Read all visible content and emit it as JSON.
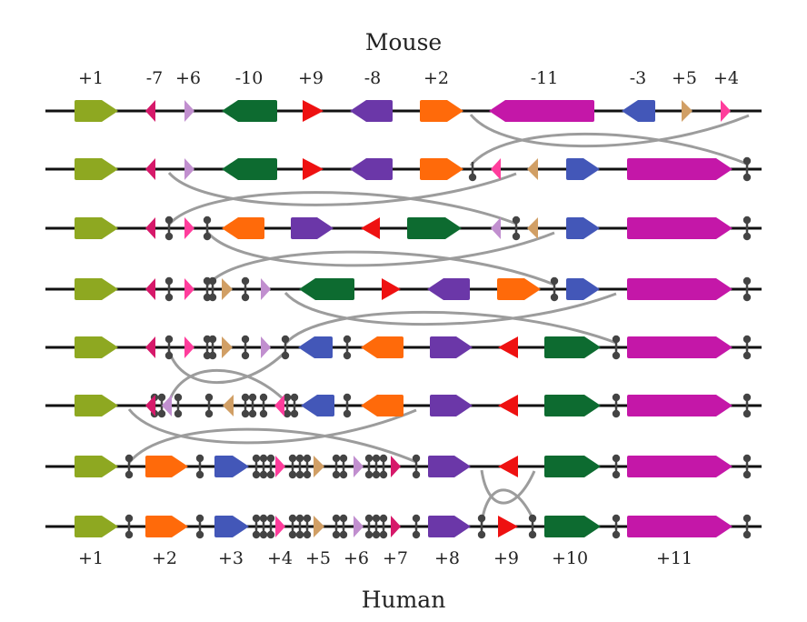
{
  "top_title": "Mouse",
  "bottom_title": "Human",
  "colors": {
    "olive": "#8ea821",
    "crimson": "#d6196a",
    "lilac": "#c18fcf",
    "green": "#0d6b30",
    "red": "#ee1111",
    "purple": "#6b37a8",
    "orange": "#ff6a0a",
    "magenta": "#c417a8",
    "blue": "#4357b8",
    "tan": "#d19f65",
    "pink": "#ff3d9c",
    "axis": "#111111",
    "breakpoint": "#444444",
    "arc": "#9c9c9c"
  },
  "mouse_labels": [
    "+1",
    "-7",
    "+6",
    "-10",
    "+9",
    "-8",
    "+2",
    "-11",
    "-3",
    "+5",
    "+4"
  ],
  "human_labels": [
    "+1",
    "+2",
    "+3",
    "+4",
    "+5",
    "+6",
    "+7",
    "+8",
    "+9",
    "+10",
    "+11"
  ],
  "rows": [
    {
      "genes": [
        {
          "id": 1,
          "sign": "+",
          "color": "olive"
        },
        {
          "id": 7,
          "sign": "-",
          "color": "crimson"
        },
        {
          "id": 6,
          "sign": "+",
          "color": "lilac"
        },
        {
          "id": 10,
          "sign": "-",
          "color": "green"
        },
        {
          "id": 9,
          "sign": "+",
          "color": "red"
        },
        {
          "id": 8,
          "sign": "-",
          "color": "purple"
        },
        {
          "id": 2,
          "sign": "+",
          "color": "orange"
        },
        {
          "id": 11,
          "sign": "-",
          "color": "magenta"
        },
        {
          "id": 3,
          "sign": "-",
          "color": "blue"
        },
        {
          "id": 5,
          "sign": "+",
          "color": "tan"
        },
        {
          "id": 4,
          "sign": "+",
          "color": "pink"
        }
      ]
    },
    {
      "genes": [
        {
          "id": 1,
          "sign": "+",
          "color": "olive"
        },
        {
          "id": 7,
          "sign": "-",
          "color": "crimson"
        },
        {
          "id": 6,
          "sign": "+",
          "color": "lilac"
        },
        {
          "id": 10,
          "sign": "-",
          "color": "green"
        },
        {
          "id": 9,
          "sign": "+",
          "color": "red"
        },
        {
          "id": 8,
          "sign": "-",
          "color": "purple"
        },
        {
          "id": 2,
          "sign": "+",
          "color": "orange"
        },
        {
          "id": 4,
          "sign": "-",
          "color": "pink"
        },
        {
          "id": 5,
          "sign": "-",
          "color": "tan"
        },
        {
          "id": 3,
          "sign": "+",
          "color": "blue"
        },
        {
          "id": 11,
          "sign": "+",
          "color": "magenta"
        }
      ]
    },
    {
      "genes": [
        {
          "id": 1,
          "sign": "+",
          "color": "olive"
        },
        {
          "id": 7,
          "sign": "-",
          "color": "crimson"
        },
        {
          "id": 4,
          "sign": "+",
          "color": "pink"
        },
        {
          "id": 2,
          "sign": "-",
          "color": "orange"
        },
        {
          "id": 8,
          "sign": "+",
          "color": "purple"
        },
        {
          "id": 9,
          "sign": "-",
          "color": "red"
        },
        {
          "id": 10,
          "sign": "+",
          "color": "green"
        },
        {
          "id": 6,
          "sign": "-",
          "color": "lilac"
        },
        {
          "id": 5,
          "sign": "-",
          "color": "tan"
        },
        {
          "id": 3,
          "sign": "+",
          "color": "blue"
        },
        {
          "id": 11,
          "sign": "+",
          "color": "magenta"
        }
      ]
    },
    {
      "genes": [
        {
          "id": 1,
          "sign": "+",
          "color": "olive"
        },
        {
          "id": 7,
          "sign": "-",
          "color": "crimson"
        },
        {
          "id": 4,
          "sign": "+",
          "color": "pink"
        },
        {
          "id": 5,
          "sign": "+",
          "color": "tan"
        },
        {
          "id": 6,
          "sign": "+",
          "color": "lilac"
        },
        {
          "id": 10,
          "sign": "-",
          "color": "green"
        },
        {
          "id": 9,
          "sign": "+",
          "color": "red"
        },
        {
          "id": 8,
          "sign": "-",
          "color": "purple"
        },
        {
          "id": 2,
          "sign": "+",
          "color": "orange"
        },
        {
          "id": 3,
          "sign": "+",
          "color": "blue"
        },
        {
          "id": 11,
          "sign": "+",
          "color": "magenta"
        }
      ]
    },
    {
      "genes": [
        {
          "id": 1,
          "sign": "+",
          "color": "olive"
        },
        {
          "id": 7,
          "sign": "-",
          "color": "crimson"
        },
        {
          "id": 4,
          "sign": "+",
          "color": "pink"
        },
        {
          "id": 5,
          "sign": "+",
          "color": "tan"
        },
        {
          "id": 6,
          "sign": "+",
          "color": "lilac"
        },
        {
          "id": 3,
          "sign": "-",
          "color": "blue"
        },
        {
          "id": 2,
          "sign": "-",
          "color": "orange"
        },
        {
          "id": 8,
          "sign": "+",
          "color": "purple"
        },
        {
          "id": 9,
          "sign": "-",
          "color": "red"
        },
        {
          "id": 10,
          "sign": "+",
          "color": "green"
        },
        {
          "id": 11,
          "sign": "+",
          "color": "magenta"
        }
      ]
    },
    {
      "genes": [
        {
          "id": 1,
          "sign": "+",
          "color": "olive"
        },
        {
          "id": 7,
          "sign": "-",
          "color": "crimson"
        },
        {
          "id": 6,
          "sign": "-",
          "color": "lilac"
        },
        {
          "id": 5,
          "sign": "-",
          "color": "tan"
        },
        {
          "id": 4,
          "sign": "-",
          "color": "pink"
        },
        {
          "id": 3,
          "sign": "-",
          "color": "blue"
        },
        {
          "id": 2,
          "sign": "-",
          "color": "orange"
        },
        {
          "id": 8,
          "sign": "+",
          "color": "purple"
        },
        {
          "id": 9,
          "sign": "-",
          "color": "red"
        },
        {
          "id": 10,
          "sign": "+",
          "color": "green"
        },
        {
          "id": 11,
          "sign": "+",
          "color": "magenta"
        }
      ]
    },
    {
      "genes": [
        {
          "id": 1,
          "sign": "+",
          "color": "olive"
        },
        {
          "id": 2,
          "sign": "+",
          "color": "orange"
        },
        {
          "id": 3,
          "sign": "+",
          "color": "blue"
        },
        {
          "id": 4,
          "sign": "+",
          "color": "pink"
        },
        {
          "id": 5,
          "sign": "+",
          "color": "tan"
        },
        {
          "id": 6,
          "sign": "+",
          "color": "lilac"
        },
        {
          "id": 7,
          "sign": "+",
          "color": "crimson"
        },
        {
          "id": 8,
          "sign": "+",
          "color": "purple"
        },
        {
          "id": 9,
          "sign": "-",
          "color": "red"
        },
        {
          "id": 10,
          "sign": "+",
          "color": "green"
        },
        {
          "id": 11,
          "sign": "+",
          "color": "magenta"
        }
      ]
    },
    {
      "genes": [
        {
          "id": 1,
          "sign": "+",
          "color": "olive"
        },
        {
          "id": 2,
          "sign": "+",
          "color": "orange"
        },
        {
          "id": 3,
          "sign": "+",
          "color": "blue"
        },
        {
          "id": 4,
          "sign": "+",
          "color": "pink"
        },
        {
          "id": 5,
          "sign": "+",
          "color": "tan"
        },
        {
          "id": 6,
          "sign": "+",
          "color": "lilac"
        },
        {
          "id": 7,
          "sign": "+",
          "color": "crimson"
        },
        {
          "id": 8,
          "sign": "+",
          "color": "purple"
        },
        {
          "id": 9,
          "sign": "+",
          "color": "red"
        },
        {
          "id": 10,
          "sign": "+",
          "color": "green"
        },
        {
          "id": 11,
          "sign": "+",
          "color": "magenta"
        }
      ]
    }
  ]
}
